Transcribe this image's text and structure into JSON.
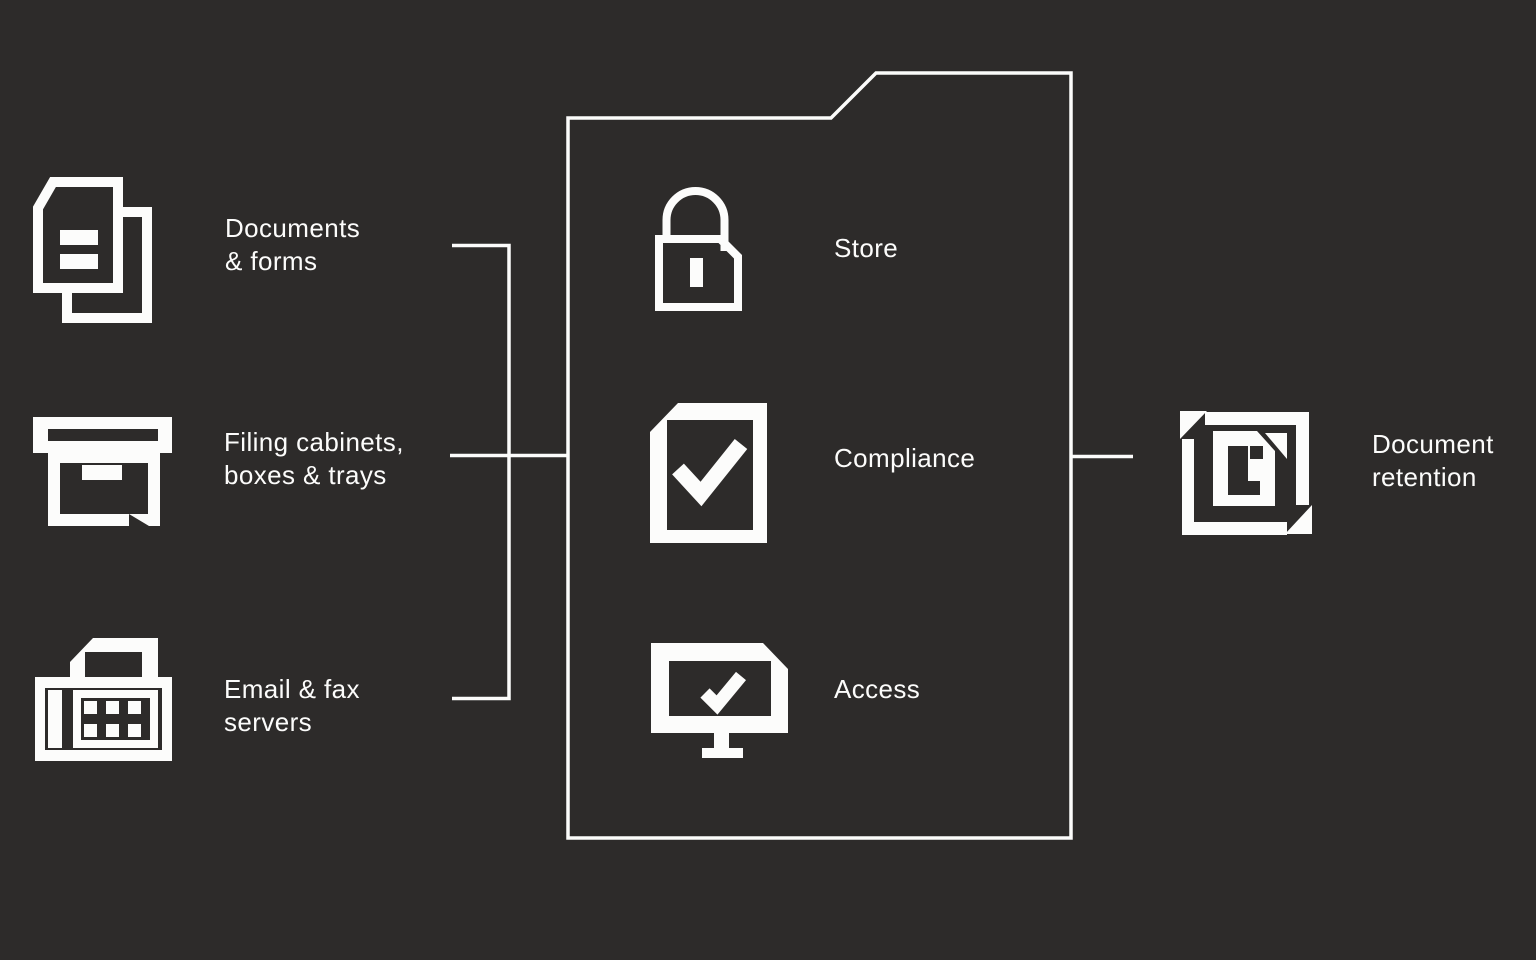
{
  "colors": {
    "background": "#2d2b2a",
    "foreground": "#fcfcfb"
  },
  "left_sources": [
    {
      "icon": "documents-icon",
      "lines": [
        "Documents",
        "& forms"
      ]
    },
    {
      "icon": "filing-box-icon",
      "lines": [
        "Filing cabinets,",
        "boxes & trays"
      ]
    },
    {
      "icon": "fax-icon",
      "lines": [
        "Email & fax",
        "servers"
      ]
    }
  ],
  "folder_steps": [
    {
      "icon": "lock-icon",
      "label": "Store"
    },
    {
      "icon": "document-check-icon",
      "label": "Compliance"
    },
    {
      "icon": "monitor-check-icon",
      "label": "Access"
    }
  ],
  "result": {
    "icon": "document-retention-icon",
    "lines": [
      "Document",
      "retention"
    ]
  }
}
